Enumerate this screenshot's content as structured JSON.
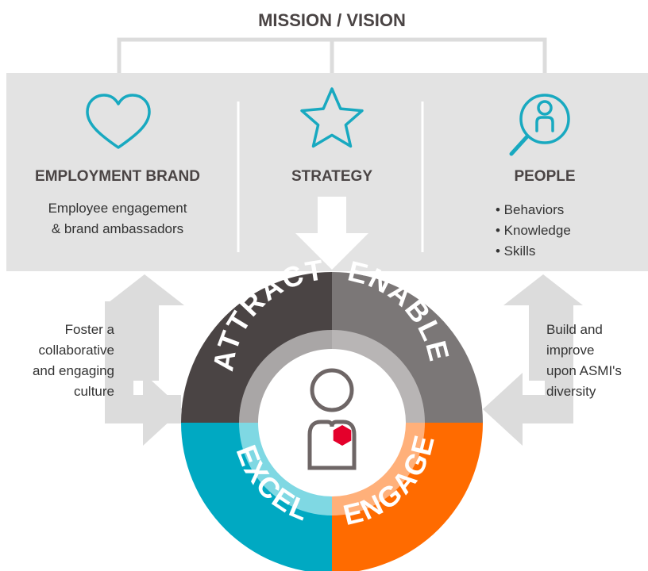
{
  "title": "MISSION / VISION",
  "pillars": [
    {
      "heading": "EMPLOYMENT BRAND",
      "icon": "heart-icon",
      "lines": [
        "Employee engagement",
        "& brand ambassadors"
      ]
    },
    {
      "heading": "STRATEGY",
      "icon": "star-icon",
      "lines": []
    },
    {
      "heading": "PEOPLE",
      "icon": "person-search-icon",
      "lines": [
        "• Behaviors",
        "• Knowledge",
        "• Skills"
      ]
    }
  ],
  "left_text": [
    "Foster a",
    "collaborative",
    "and engaging",
    "culture"
  ],
  "right_text": [
    "Build and",
    "improve",
    "upon ASMI's",
    "diversity"
  ],
  "segments": {
    "attract": "ATTRACT",
    "enable": "ENABLE",
    "excel": "EXCEL",
    "engage": "ENGAGE"
  },
  "colors": {
    "accent_teal": "#18a9c0",
    "attract": "#4a4444",
    "enable": "#7b7777",
    "excel": "#00a9c2",
    "engage": "#ff6b00",
    "badge_red": "#e4002b",
    "panel_gray": "#e3e3e3",
    "arrow_gray": "#dcdcdc"
  }
}
